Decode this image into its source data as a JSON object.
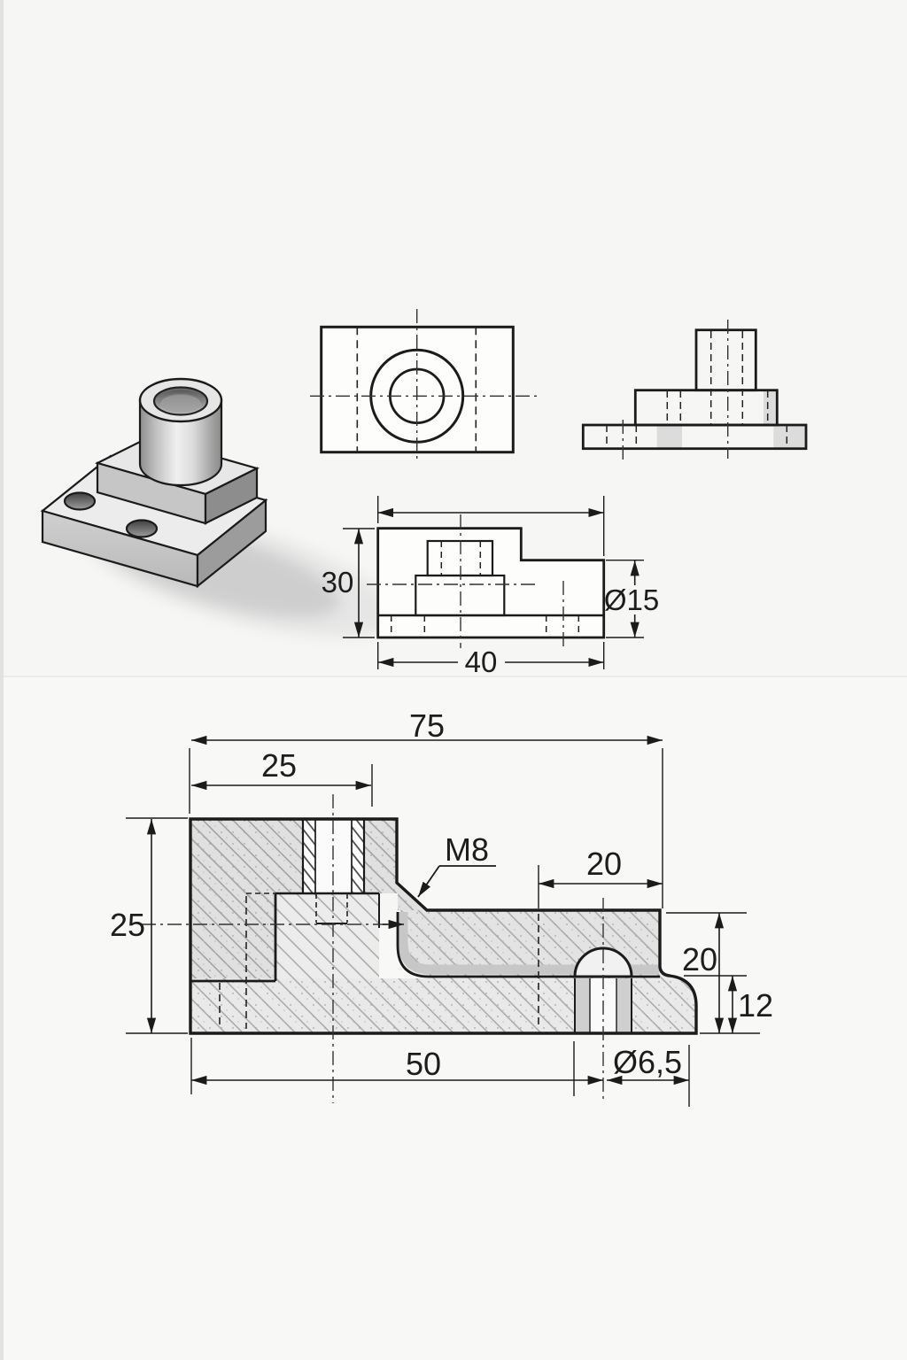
{
  "drawing": {
    "kind": "engineering-part-drawing",
    "section_view": {
      "dim_overall": "75",
      "dim_boss_position": "25",
      "dim_block_height": "25",
      "thread_callout": "M8",
      "dim_arm_inset": "20",
      "dim_right_height": "20",
      "dim_flange_height": "12",
      "dim_hole_position": "50",
      "dim_hole_diameter": "Ø6,5"
    },
    "side_view": {
      "dim_height": "30",
      "dim_width": "40",
      "dim_bore_diameter": "Ø15"
    },
    "colors": {
      "line": "#1b1b1b",
      "hatch": "#a3a3a3",
      "metal_light": "#efefef",
      "metal_dark": "#8a8a8a",
      "background": "#f6f6f5"
    }
  }
}
